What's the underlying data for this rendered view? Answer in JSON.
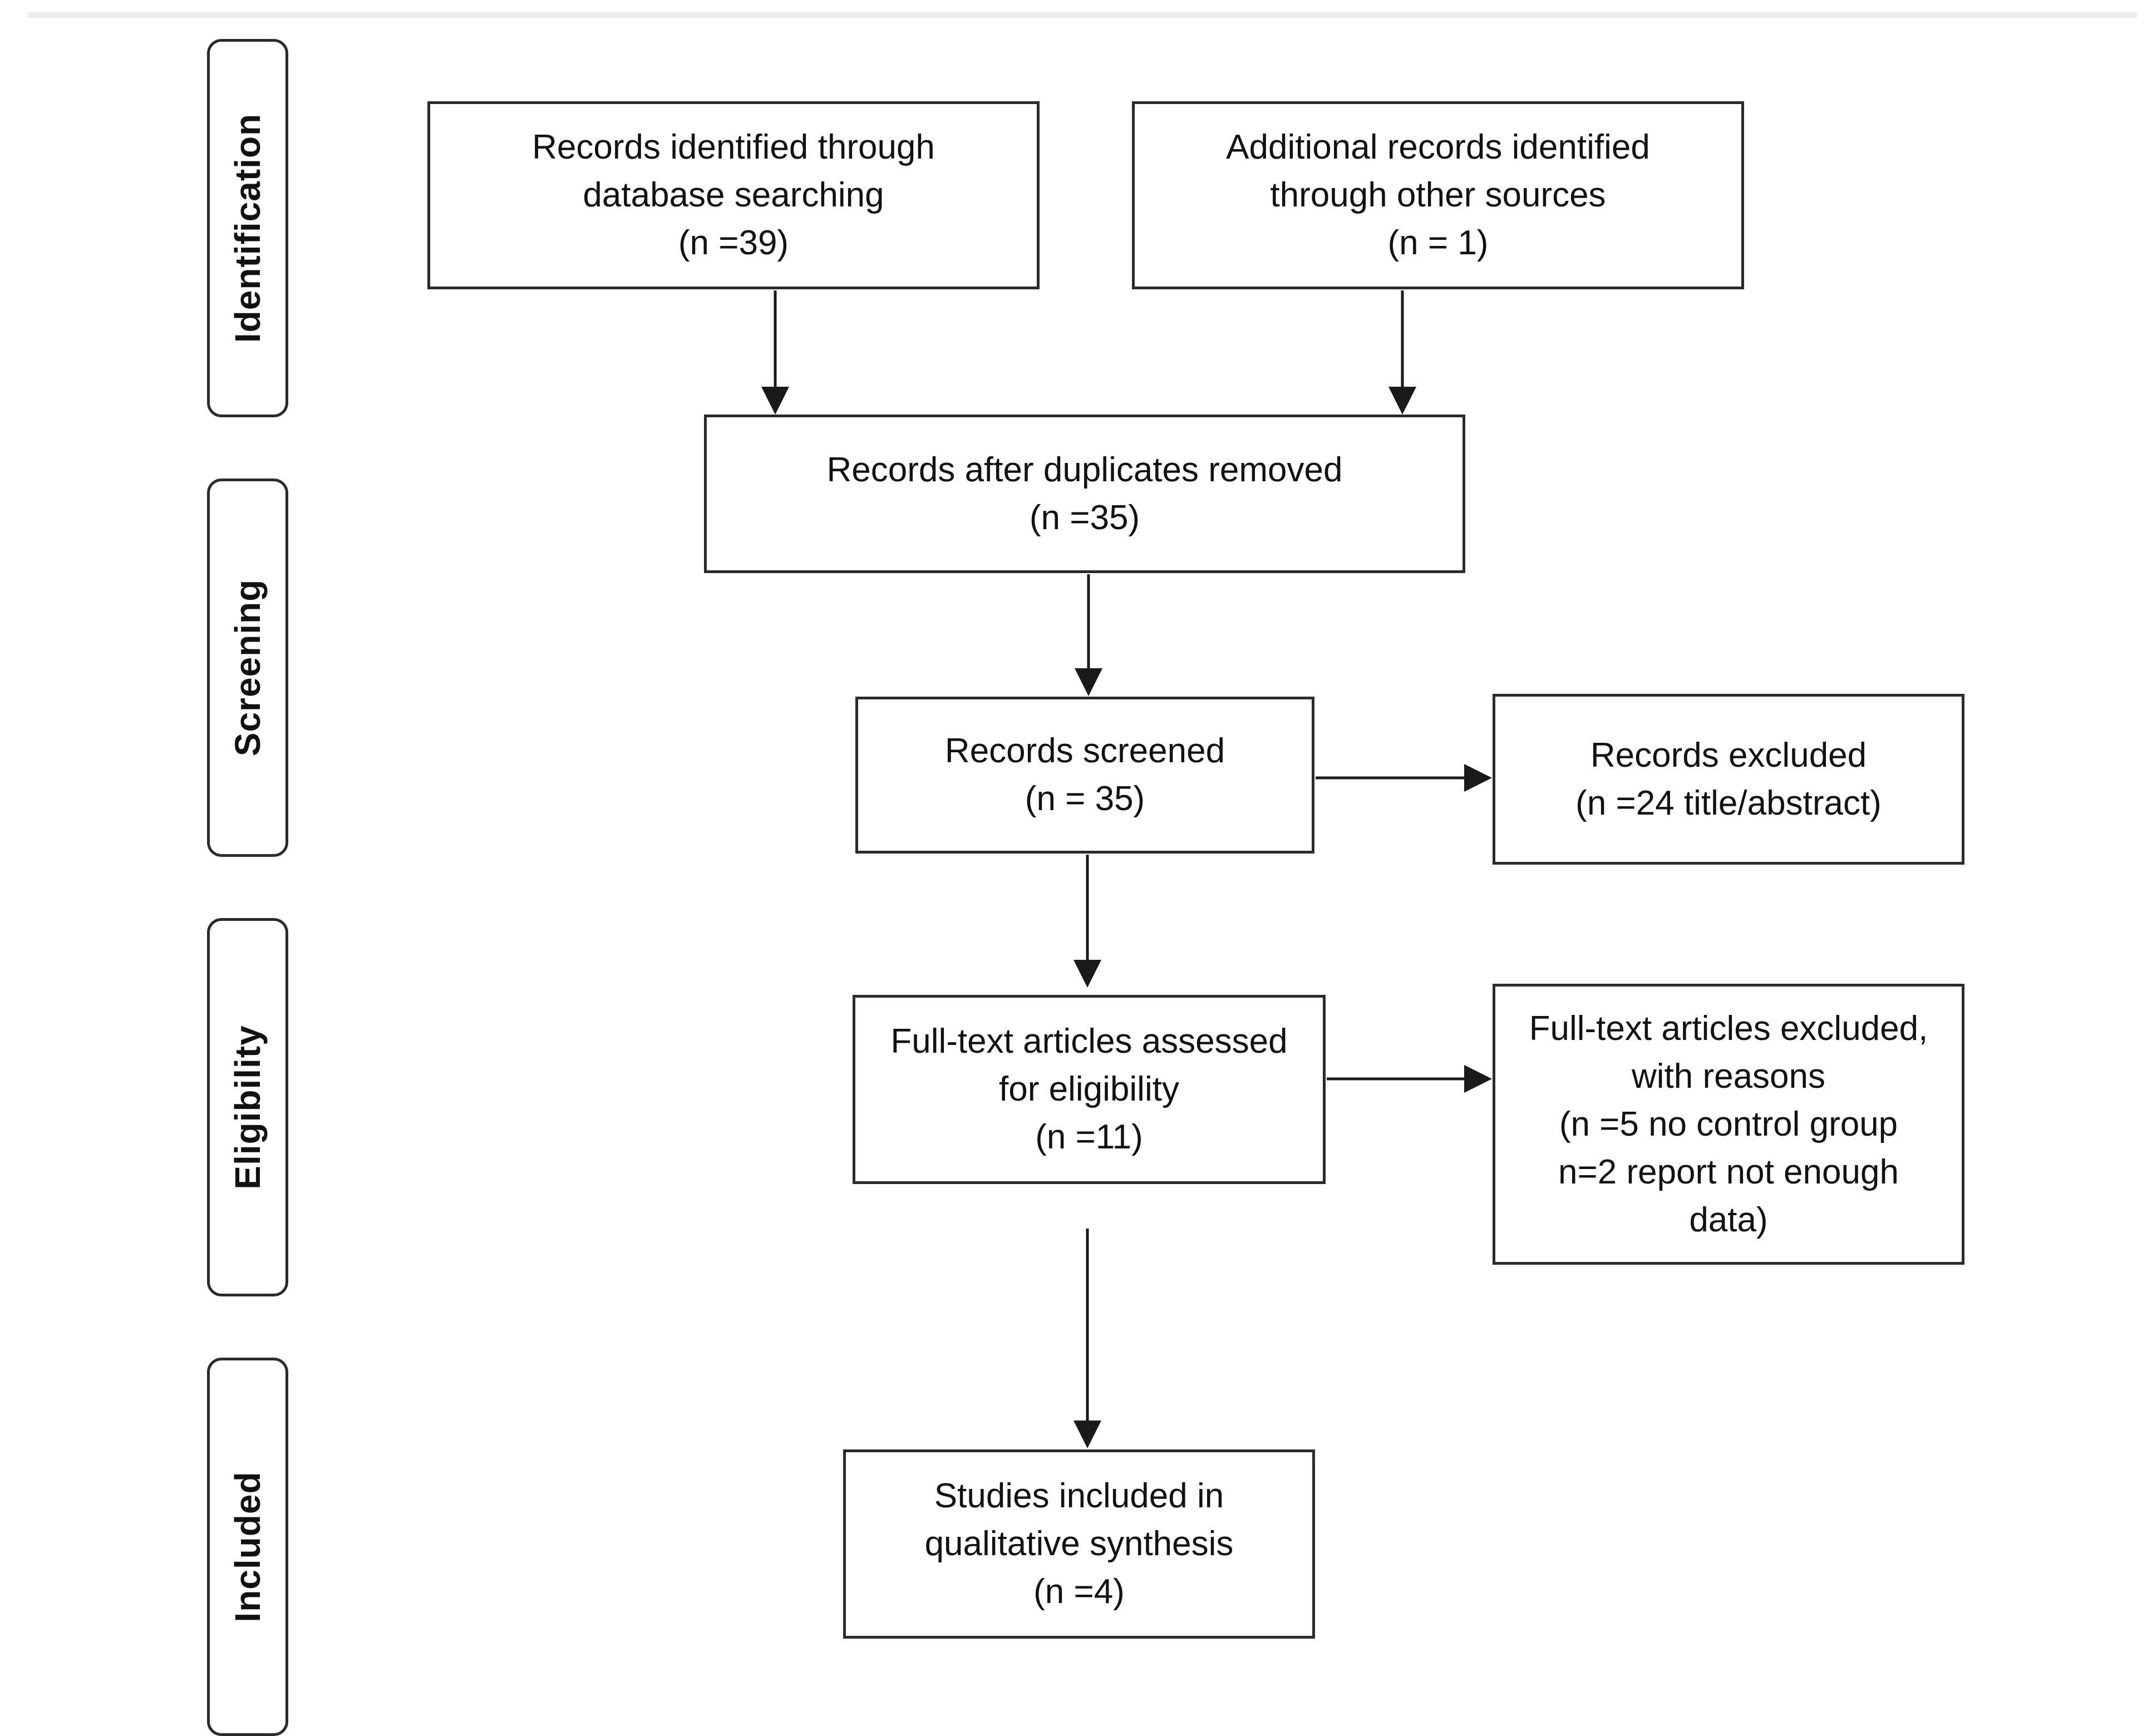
{
  "phases": {
    "identification": "Identification",
    "screening": "Screening",
    "eligibility": "Eligibility",
    "included": "Included"
  },
  "boxes": {
    "database_records": [
      "Records identified through",
      "database searching",
      "(n =39)"
    ],
    "other_sources": [
      "Additional records identified",
      "through other sources",
      "(n = 1)"
    ],
    "after_duplicates": [
      "Records after duplicates removed",
      "(n =35)"
    ],
    "screened": [
      "Records screened",
      "(n = 35)"
    ],
    "excluded": [
      "Records excluded",
      "(n =24 title/abstract)"
    ],
    "full_text": [
      "Full-text articles assessed",
      "for eligibility",
      "(n =11)"
    ],
    "full_text_excluded": [
      "Full-text articles excluded,",
      "with reasons",
      "(n =5 no control group",
      "n=2 report not enough",
      "data)"
    ],
    "included": [
      "Studies included in",
      "qualitative synthesis",
      "(n =4)"
    ]
  },
  "colors": {
    "stroke": "#2b2b2b",
    "text": "#111111",
    "background": "#ffffff"
  }
}
